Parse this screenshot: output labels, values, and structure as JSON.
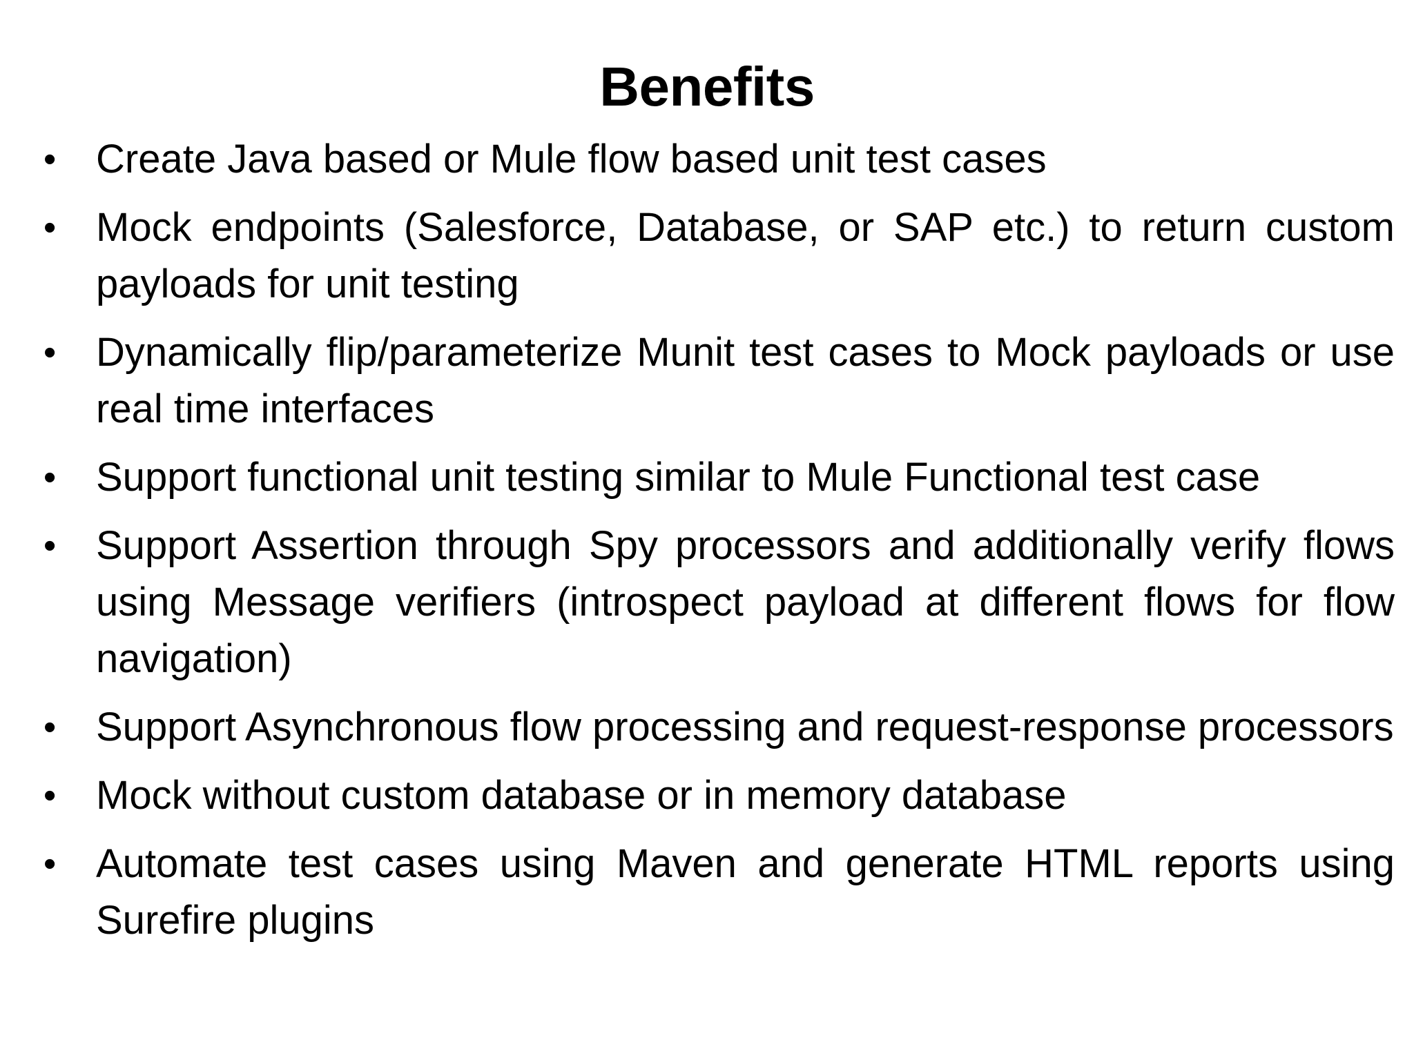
{
  "slide": {
    "title": "Benefits",
    "bullet_glyph": "•",
    "bullets": [
      "Create Java based or Mule flow based unit test cases",
      "Mock endpoints (Salesforce, Database, or SAP etc.) to return custom payloads for unit testing",
      "Dynamically flip/parameterize Munit test cases to Mock payloads or use real time interfaces",
      "Support functional unit testing similar to Mule Functional test case",
      "Support Assertion through Spy processors and additionally verify flows using Message verifiers (introspect payload at different flows for flow navigation)",
      "Support Asynchronous flow processing and request-response processors",
      "Mock without custom database or in memory database",
      "Automate test cases using Maven and generate HTML reports using Surefire plugins"
    ]
  }
}
